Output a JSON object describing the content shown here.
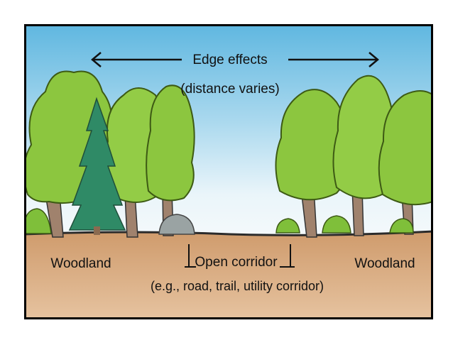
{
  "diagram": {
    "edge_effects_label": "Edge effects",
    "distance_note": "(distance varies)",
    "woodland_left": "Woodland",
    "woodland_right": "Woodland",
    "corridor_label": "Open corridor",
    "corridor_examples": "(e.g., road, trail, utility corridor)"
  },
  "colors": {
    "sky_top": "#5fb7e0",
    "sky_bottom": "#f2f8fb",
    "ground": "#d8a77c",
    "foliage": "#8cc63f",
    "foliage_dark": "#5b8f22",
    "conifer": "#2f8a66",
    "trunk": "#a0826d",
    "frame": "#000000"
  }
}
